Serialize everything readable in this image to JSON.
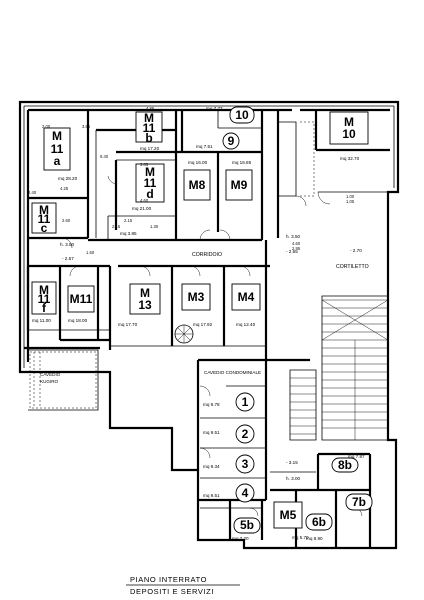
{
  "units": [
    {
      "id": "M11a",
      "lines": [
        "M",
        "11",
        "a"
      ],
      "area": "mq 28.20"
    },
    {
      "id": "M11b",
      "lines": [
        "M",
        "11",
        "b"
      ],
      "area": "mq 17.20"
    },
    {
      "id": "M11c",
      "lines": [
        "M",
        "11",
        "c"
      ],
      "area": ""
    },
    {
      "id": "M11d",
      "lines": [
        "M",
        "11",
        "d"
      ],
      "area": "mq 21.00"
    },
    {
      "id": "M8",
      "lines": [
        "M8"
      ],
      "area": "mq 16.00"
    },
    {
      "id": "M9",
      "lines": [
        "M9"
      ],
      "area": "mq 16.85"
    },
    {
      "id": "M10",
      "lines": [
        "M",
        "10"
      ],
      "area": "mq 32.70"
    },
    {
      "id": "M11f",
      "lines": [
        "M",
        "11",
        "f"
      ],
      "area": "mq 11.00"
    },
    {
      "id": "M11",
      "lines": [
        "M11"
      ],
      "area": "mq 18.00"
    },
    {
      "id": "M13",
      "lines": [
        "M",
        "13"
      ],
      "area": "mq 17.70"
    },
    {
      "id": "M3",
      "lines": [
        "M3"
      ],
      "area": "mq 17.92"
    },
    {
      "id": "M4",
      "lines": [
        "M4"
      ],
      "area": "mq 12.40"
    },
    {
      "id": "M5",
      "lines": [
        "M5"
      ],
      "area": "mq 5.70"
    }
  ],
  "circles": [
    {
      "id": "c10",
      "label": "10",
      "area": "mq 7.77"
    },
    {
      "id": "c9",
      "label": "9",
      "area": "mq 7.51"
    },
    {
      "id": "c1",
      "label": "1",
      "area": "mq 9.78"
    },
    {
      "id": "c2",
      "label": "2",
      "area": "mq 9.51"
    },
    {
      "id": "c3",
      "label": "3",
      "area": "mq 9.34"
    },
    {
      "id": "c4",
      "label": "4",
      "area": "mq 9.51"
    },
    {
      "id": "c5b",
      "label": "5b",
      "area": "mq 7.20"
    },
    {
      "id": "c6b",
      "label": "6b",
      "area": "mq 8.90"
    },
    {
      "id": "c7b",
      "label": "7b",
      "area": ""
    },
    {
      "id": "c8b",
      "label": "8b",
      "area": "mq 7.87"
    }
  ],
  "areas": {
    "corridoio": "CORRIDOIO",
    "cortiletto": "CORTILETTO",
    "cavedio_condominiale": "CAVEDIO CONDOMINIALE",
    "cavedio_kugiro_1": "CAVEDIO",
    "cavedio_kugiro_2": "KUGIRO",
    "small_area": "mq 3.85"
  },
  "levels": {
    "h350a": "h. 3.50",
    "m267": "- 2.67",
    "h350b": "h. 3.50",
    "m265": "- 2.65",
    "m270": "- 2.70",
    "m315": "- 3.15",
    "h300": "h. 3.00"
  },
  "dims": {
    "d200": "2.00",
    "d385a": "3.85",
    "d485": "4.85",
    "d240": "2.40",
    "d260": "2.60",
    "d940": "9.40",
    "d425": "4.25",
    "d460a": "4.60",
    "d385b": "3.85",
    "d215": "2.15",
    "d460b": "4.60",
    "d295": "2.95",
    "d130": "1.30",
    "d150": "1.50",
    "d100": "1.00",
    "d215b": "2.15",
    "d105": "1.05"
  },
  "title": {
    "line1": "PIANO  INTERRATO",
    "line2": "DEPOSITI  E  SERVIZI"
  }
}
